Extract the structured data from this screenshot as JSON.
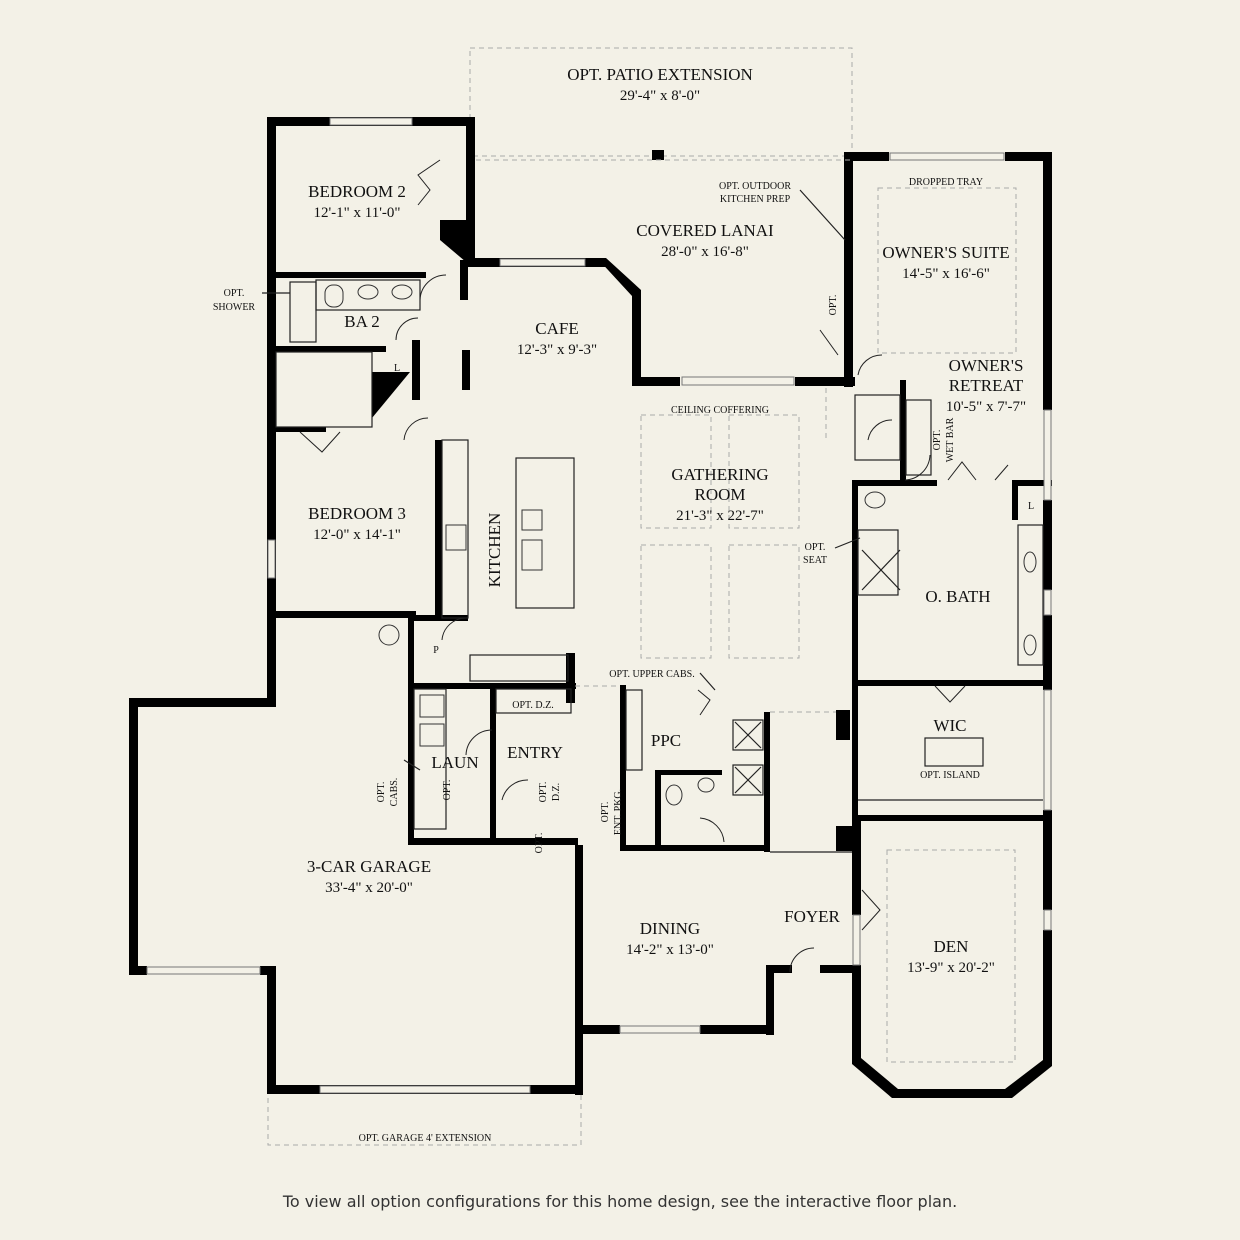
{
  "rooms": {
    "patio_extension": {
      "name": "OPT. PATIO EXTENSION",
      "dim": "29'-4\" x 8'-0\""
    },
    "bedroom2": {
      "name": "BEDROOM 2",
      "dim": "12'-1\" x 11'-0\""
    },
    "covered_lanai": {
      "name": "COVERED LANAI",
      "dim": "28'-0\" x 16'-8\""
    },
    "owners_suite": {
      "name": "OWNER'S SUITE",
      "dim": "14'-5\" x 16'-6\""
    },
    "cafe": {
      "name": "CAFE",
      "dim": "12'-3\" x 9'-3\""
    },
    "owners_retreat": {
      "name_line1": "OWNER'S",
      "name_line2": "RETREAT",
      "dim": "10'-5\" x 7'-7\""
    },
    "gathering_room": {
      "name_line1": "GATHERING",
      "name_line2": "ROOM",
      "dim": "21'-3\" x 22'-7\""
    },
    "bedroom3": {
      "name": "BEDROOM 3",
      "dim": "12'-0\" x 14'-1\""
    },
    "kitchen": {
      "name": "KITCHEN"
    },
    "ba2": {
      "name": "BA 2"
    },
    "o_bath": {
      "name": "O. BATH"
    },
    "ppc": {
      "name": "PPC"
    },
    "entry": {
      "name": "ENTRY"
    },
    "laun": {
      "name": "LAUN"
    },
    "wic": {
      "name": "WIC"
    },
    "garage": {
      "name": "3-CAR GARAGE",
      "dim": "33'-4\" x 20'-0\""
    },
    "dining": {
      "name": "DINING",
      "dim": "14'-2\" x 13'-0\""
    },
    "foyer": {
      "name": "FOYER"
    },
    "den": {
      "name": "DEN",
      "dim": "13'-9\" x 20'-2\""
    }
  },
  "labels": {
    "opt_outdoor_kitchen_1": "OPT. OUTDOOR",
    "opt_outdoor_kitchen_2": "KITCHEN PREP",
    "dropped_tray": "DROPPED TRAY",
    "opt_shower_1": "OPT.",
    "opt_shower_2": "SHOWER",
    "ceiling_coffering": "CEILING COFFERING",
    "opt_wet_bar_1": "OPT.",
    "opt_wet_bar_2": "WET BAR",
    "opt_seat_1": "OPT.",
    "opt_seat_2": "SEAT",
    "opt_upper_cabs": "OPT. UPPER CABS.",
    "opt_dz_top": "OPT. D.Z.",
    "opt_dz_side_1": "OPT.",
    "opt_dz_side_2": "D.Z.",
    "opt_cabs_1": "OPT.",
    "opt_cabs_2": "CABS.",
    "opt_laun": "OPT.",
    "opt_ent_pkg_1": "OPT.",
    "opt_ent_pkg_2": "ENT. PKG.",
    "opt_garage_side": "OPT.",
    "opt_island": "OPT. ISLAND",
    "opt_lanai_side": "OPT.",
    "opt_garage_extension": "OPT. GARAGE 4' EXTENSION",
    "linen": "L",
    "pantry": "P"
  },
  "footer": "To view all option configurations for this home design, see the interactive floor plan."
}
